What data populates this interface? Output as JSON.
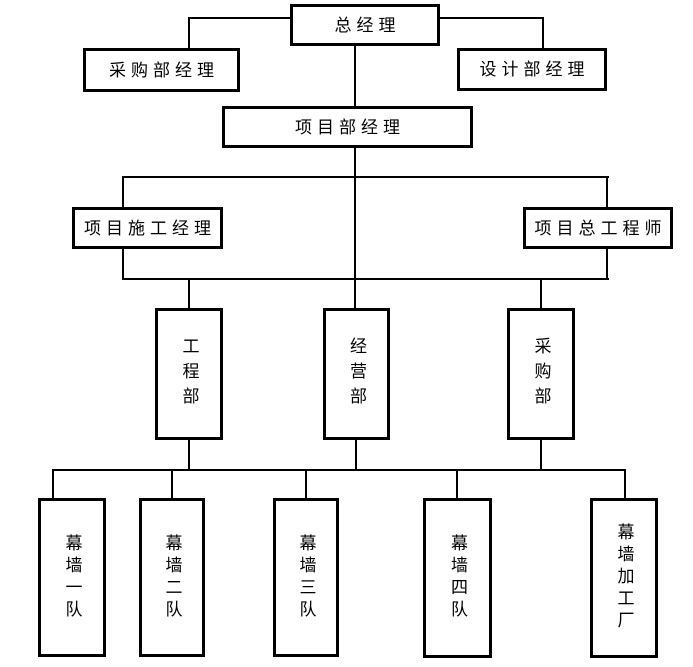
{
  "diagram": {
    "type": "organization-chart",
    "colors": {
      "background": "#ffffff",
      "line": "#000000",
      "box_border": "#000000",
      "box_fill": "#ffffff",
      "text": "#000000"
    },
    "nodes": {
      "general_manager": "总经理",
      "purchasing_dept_manager": "采购部经理",
      "design_dept_manager": "设计部经理",
      "project_dept_manager": "项目部经理",
      "project_construction_manager": "项目施工经理",
      "project_chief_engineer": "项目总工程师",
      "engineering_dept": "工程部",
      "operating_dept": "经营部",
      "purchasing_dept": "采购部",
      "curtain_wall_team_1": "幕墙一队",
      "curtain_wall_team_2": "幕墙二队",
      "curtain_wall_team_3": "幕墙三队",
      "curtain_wall_team_4": "幕墙四队",
      "curtain_wall_processing_factory": "幕墙加工厂"
    },
    "edges": [
      {
        "from": "general_manager",
        "to": [
          "purchasing_dept_manager",
          "design_dept_manager",
          "project_dept_manager"
        ]
      },
      {
        "from": "project_dept_manager",
        "to": [
          "project_construction_manager",
          "project_chief_engineer"
        ]
      },
      {
        "from": "project_dept_manager",
        "to": [
          "engineering_dept",
          "operating_dept",
          "purchasing_dept"
        ]
      },
      {
        "from": [
          "engineering_dept",
          "operating_dept",
          "purchasing_dept"
        ],
        "to": [
          "curtain_wall_team_1",
          "curtain_wall_team_2",
          "curtain_wall_team_3",
          "curtain_wall_team_4",
          "curtain_wall_processing_factory"
        ]
      }
    ]
  }
}
